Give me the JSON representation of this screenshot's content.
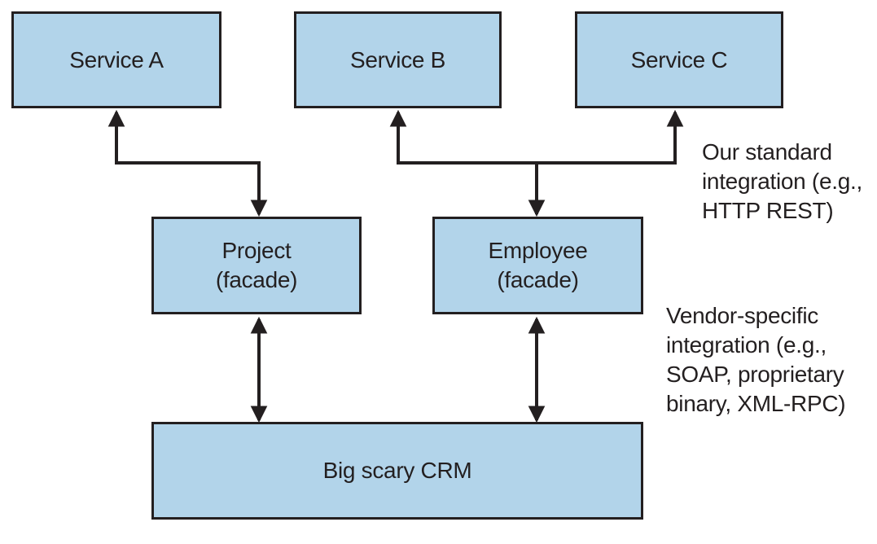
{
  "services": {
    "a": "Service A",
    "b": "Service B",
    "c": "Service C"
  },
  "facades": {
    "project": {
      "name": "Project",
      "kind": "(facade)"
    },
    "employee": {
      "name": "Employee",
      "kind": "(facade)"
    }
  },
  "crm": "Big scary CRM",
  "annotations": {
    "standard": [
      "Our standard",
      "integration (e.g.,",
      "HTTP REST)"
    ],
    "vendor": [
      "Vendor-specific",
      "integration (e.g.,",
      "SOAP, proprietary",
      "binary, XML-RPC)"
    ]
  },
  "colors": {
    "box_fill": "#b2d4ea",
    "stroke": "#231f20"
  }
}
